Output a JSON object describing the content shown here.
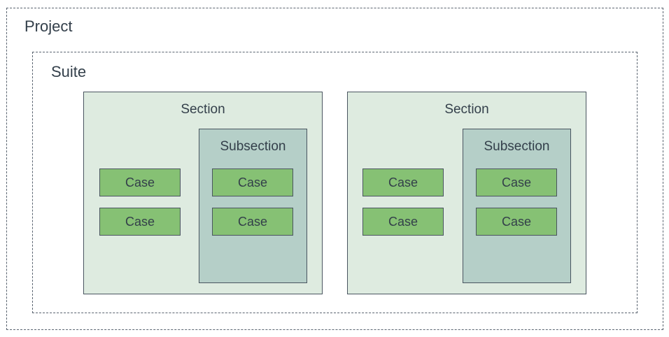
{
  "project": {
    "label": "Project"
  },
  "suite": {
    "label": "Suite"
  },
  "sections": [
    {
      "label": "Section",
      "cases": [
        "Case",
        "Case"
      ],
      "subsection": {
        "label": "Subsection",
        "cases": [
          "Case",
          "Case"
        ]
      }
    },
    {
      "label": "Section",
      "cases": [
        "Case",
        "Case"
      ],
      "subsection": {
        "label": "Subsection",
        "cases": [
          "Case",
          "Case"
        ]
      }
    }
  ],
  "colors": {
    "section_fill": "#deebe0",
    "subsection_fill": "#b5cfc8",
    "case_fill": "#86c174",
    "border": "#4a5560"
  }
}
